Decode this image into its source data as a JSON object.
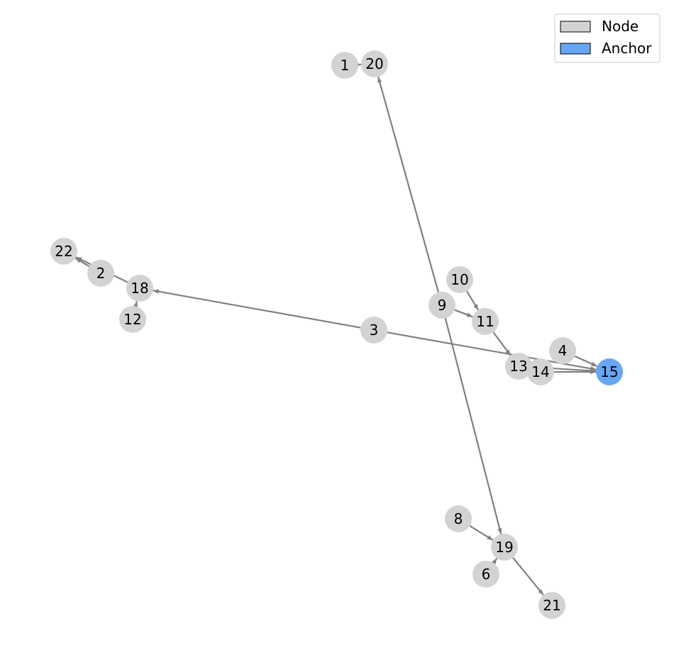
{
  "graph": {
    "colors": {
      "node_fill": "#d3d3d3",
      "anchor_fill": "#66a6f5",
      "edge": "#808080",
      "legend_border": "#000000"
    },
    "nodes": [
      {
        "id": "1",
        "type": "node"
      },
      {
        "id": "20",
        "type": "node"
      },
      {
        "id": "22",
        "type": "node"
      },
      {
        "id": "2",
        "type": "node"
      },
      {
        "id": "18",
        "type": "node"
      },
      {
        "id": "12",
        "type": "node"
      },
      {
        "id": "10",
        "type": "node"
      },
      {
        "id": "9",
        "type": "node"
      },
      {
        "id": "11",
        "type": "node"
      },
      {
        "id": "3",
        "type": "node"
      },
      {
        "id": "4",
        "type": "node"
      },
      {
        "id": "13",
        "type": "node"
      },
      {
        "id": "14",
        "type": "node"
      },
      {
        "id": "15",
        "type": "anchor"
      },
      {
        "id": "8",
        "type": "node"
      },
      {
        "id": "19",
        "type": "node"
      },
      {
        "id": "6",
        "type": "node"
      },
      {
        "id": "21",
        "type": "node"
      }
    ],
    "edges": [
      {
        "from": "1",
        "to": "20"
      },
      {
        "from": "9",
        "to": "20"
      },
      {
        "from": "9",
        "to": "19"
      },
      {
        "from": "9",
        "to": "11"
      },
      {
        "from": "10",
        "to": "11"
      },
      {
        "from": "11",
        "to": "13"
      },
      {
        "from": "3",
        "to": "18"
      },
      {
        "from": "3",
        "to": "15"
      },
      {
        "from": "2",
        "to": "22"
      },
      {
        "from": "18",
        "to": "22"
      },
      {
        "from": "12",
        "to": "18"
      },
      {
        "from": "13",
        "to": "15"
      },
      {
        "from": "14",
        "to": "15"
      },
      {
        "from": "4",
        "to": "15"
      },
      {
        "from": "8",
        "to": "19"
      },
      {
        "from": "6",
        "to": "19"
      },
      {
        "from": "19",
        "to": "21"
      }
    ]
  },
  "legend": {
    "items": [
      {
        "label": "Node",
        "color": "#d3d3d3"
      },
      {
        "label": "Anchor",
        "color": "#66a6f5"
      }
    ]
  }
}
